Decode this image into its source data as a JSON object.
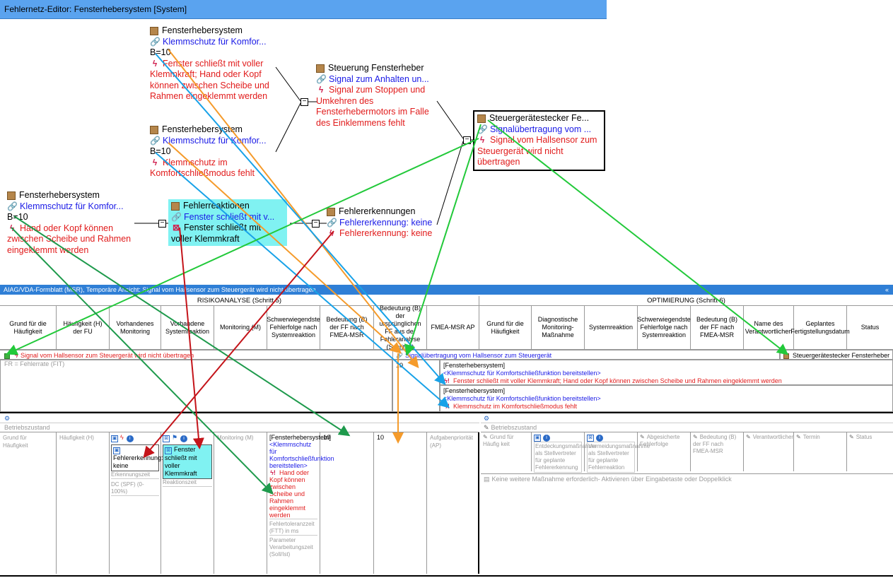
{
  "window": {
    "title": "Fehlernetz-Editor: Fensterhebersystem [System]"
  },
  "network": {
    "top1": {
      "system": "Fensterhebersystem",
      "function": "Klemmschutz für Komfor...",
      "severity": "B=10",
      "failure": "Fenster schließt mit voller Klemmkraft; Hand oder Kopf können zwischen Scheibe und Rahmen eingeklemmt werden"
    },
    "top2": {
      "system": "Fensterhebersystem",
      "function": "Klemmschutz für Komfor...",
      "severity": "B=10",
      "failure": "Klemmschutz im Komfortschließmodus fehlt"
    },
    "left": {
      "system": "Fensterhebersystem",
      "function": "Klemmschutz für Komfor...",
      "severity": "B=10",
      "failure": "Hand oder Kopf können zwischen Scheibe und Rahmen eingeklemmt werden"
    },
    "steuerung": {
      "element": "Steuerung Fensterheber",
      "function": "Signal zum Anhalten un...",
      "failure": "Signal zum Stoppen und Umkehren des Fensterhebermotors im Falle des Einklemmens fehlt"
    },
    "reaktionen": {
      "element": "Fehlerreaktionen",
      "function": "Fenster schließt mit v...",
      "failure": "Fenster schließt mit voller Klemmkraft"
    },
    "erkennungen": {
      "element": "Fehlererkennungen",
      "function": "Fehlererkennung: keine",
      "failure": "Fehlererkennung: keine"
    },
    "stecker": {
      "element": "Steuergerätestecker Fe...",
      "function": "Signalübertragung vom ...",
      "failure": "Signal vom Hallsensor zum Steuergerät wird nicht übertragen"
    }
  },
  "form": {
    "title": "AIAG/VDA-Formblatt (MSR), Temporäre Ansicht: Signal vom Hallsensor zum Steuergerät wird nicht übertragen",
    "collapse": "«",
    "group_risk": "RISIKOANALYSE (Schritt 5)",
    "group_opt": "OPTIMIERUNG (Schritt 6)",
    "headers": [
      "Grund für die Häufigkeit",
      "Häufigkeit (H) der FU",
      "Vorhandenes Monitoring",
      "Vorhandene Systemreaktion",
      "Monitoring (M)",
      "Schwerwiegendste Fehlerfolge nach Systemreaktion",
      "Bedeutung (B) der FF nach FMEA-MSR",
      "Bedeutung (B) der ursprünglichen FF aus der Fehleranalyse (Schritt 4)",
      "FMEA-MSR AP",
      "Grund für die Häufigkeit",
      "Diagnostische Monitoring-Maßnahme",
      "Systemreaktion",
      "Schwerwiegendste Fehlerfolge nach Systemreaktion",
      "Bedeutung (B) der FF nach FMEA-MSR",
      "Name des Verantwortlichen",
      "Geplantes Fertigstellungsdatum",
      "Status"
    ],
    "row_cause": "Signal vom Hallsensor zum Steuergerät wird nicht übertragen",
    "row_function": "Signalübertragung vom Hallsensor zum Steuergerät",
    "row_element": "Steuergerätestecker Fensterheber",
    "fr_label": "FR = Fehlerrate (FIT)",
    "sev_value": "10",
    "effect1_sys": "[Fensterhebersystem]",
    "effect1_fn": "<Klemmschutz für Komfortschließfunktion bereitstellen>",
    "effect1_fail": "Fenster schließt mit voller Klemmkraft; Hand oder Kopf können zwischen Scheibe und Rahmen eingeklemmt werden",
    "effect2_sys": "[Fensterhebersystem]",
    "effect2_fn": "<Klemmschutz für Komfortschließfunktion bereitstellen>",
    "effect2_fail": "Klemmschutz im Komfortschließmodus fehlt",
    "betriebszustand": "Betriebszustand",
    "lower": {
      "grund": "Grund für Häufigkeit",
      "haeufigkeit": "Häufigkeit (H)",
      "monitoring_value": "Fehlererkennung: keine",
      "erkennungszeit": "Erkennungszeit",
      "dc": "DC (SPF) (0-100%)",
      "reaction_value": "Fenster schließt mit voller Klemmkraft",
      "reaktionszeit": "Reaktionszeit",
      "monitoring_m": "Monitoring (M)",
      "ff_sys": "[Fensterhebersystem]",
      "ff_fn": "<Klemmschutz für Komfortschließfunktion bereitstellen>",
      "ff_fail": "Hand oder Kopf können zwischen Scheibe und Rahmen eingeklemmt werden",
      "ftt": "Fehlertoleranzzeit (FTT) in ms",
      "param": "Parameter Verarbeitungszeit (Soll/Ist)",
      "b1": "10",
      "b2": "10",
      "ap": "Aufgabenpriorität (AP)",
      "opt_grund": "Grund für Häufig keit",
      "opt_entd": "Entdeckungsmaßnahme als Stellvertreter für geplante Fehlererkennung",
      "opt_verm": "Vermeidungsmaßnahme als Stellvertreter für geplante Fehlerreaktion",
      "opt_abg": "Abgesicherte Fehlerfolge",
      "opt_bed": "Bedeutung (B) der FF nach FMEA-MSR",
      "opt_ver": "Verantwortlicher",
      "opt_termin": "Termin",
      "opt_status": "Status",
      "opt_none": "Keine weitere Maßnahme erforderlich- Aktivieren über Eingabetaste oder Doppelklick"
    }
  }
}
